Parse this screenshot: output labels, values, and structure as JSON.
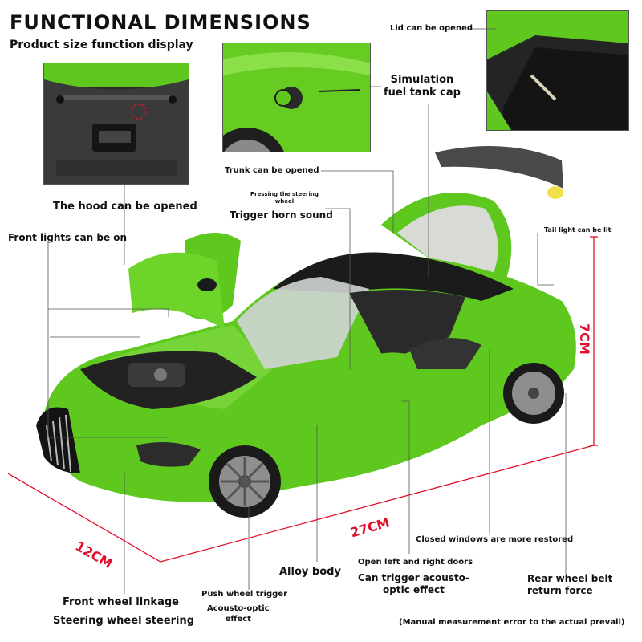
{
  "header": {
    "title": "FUNCTIONAL DIMENSIONS",
    "subtitle": "Product size function display"
  },
  "features": {
    "lid": "Lid can be opened",
    "fuel_cap": "Simulation\nfuel tank cap",
    "trunk": "Trunk can be opened",
    "hood": "The hood can be opened",
    "steering_press": "Pressing the steering\nwheel",
    "horn": "Trigger horn sound",
    "front_lights": "Front lights can be on",
    "tail_light": "Tail light can be lit",
    "closed_windows": "Closed windows are more restored",
    "open_doors": "Open left and right doors",
    "alloy_body": "Alloy body",
    "door_effect": "Can trigger acousto-\noptic effect",
    "rear_wheel": "Rear wheel belt\nreturn force",
    "front_wheel_linkage": "Front wheel linkage",
    "steering_wheel": "Steering wheel steering",
    "push_trigger": "Push wheel trigger",
    "push_effect": "Acousto-optic\neffect",
    "disclaimer": "(Manual measurement error to the actual prevail)"
  },
  "dimensions": {
    "height": "7CM",
    "length": "27CM",
    "width": "12CM"
  },
  "colors": {
    "body_green": "#5fc81f",
    "accent_red": "#e0102a",
    "roof_black": "#1b1b1b"
  }
}
